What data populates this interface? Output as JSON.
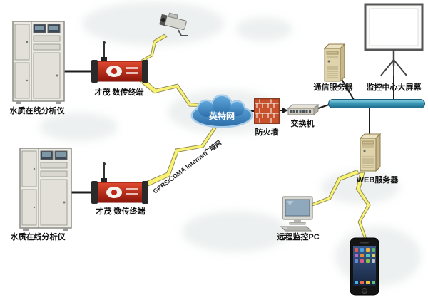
{
  "diagram": {
    "nodes": {
      "analyzer_top": {
        "label": "水质在线分析仪"
      },
      "analyzer_bottom": {
        "label": "水质在线分析仪"
      },
      "dtu_top": {
        "label": "才茂 数传终端"
      },
      "dtu_bottom": {
        "label": "才茂 数传终端"
      },
      "internet": {
        "label": "英特网"
      },
      "firewall": {
        "label": "防火墙"
      },
      "switch": {
        "label": "交换机"
      },
      "comm_server": {
        "label": "通信服务器"
      },
      "big_screen": {
        "label": "监控中心大屏幕"
      },
      "web_server": {
        "label": "WEB服务器"
      },
      "remote_pc": {
        "label": "远程监控PC"
      }
    },
    "links": {
      "gprs_label": "GPRS/CDMA Internet广域网"
    },
    "colors": {
      "cloud_blue": "#4a94cf",
      "lightning_yellow": "#fbf273",
      "firewall_brick": "#c8512b",
      "bus_bar_teal": "#2f8aa8",
      "dtu_red": "#c22418"
    }
  }
}
